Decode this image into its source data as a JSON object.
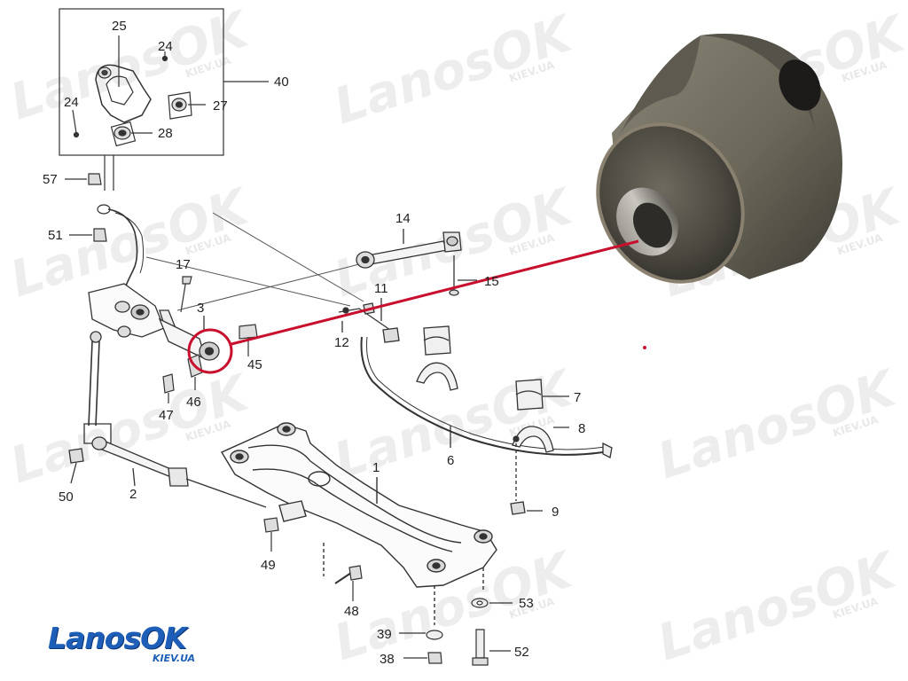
{
  "watermark": {
    "brand": "LanosOK",
    "domain": "KIEV.UA"
  },
  "logo": {
    "brand": "LanosOK",
    "domain": "KIEV.UA"
  },
  "colors": {
    "highlight": "#c8102e",
    "logo_blue": "#1d5fb8",
    "line": "#333333"
  },
  "part_numbers": {
    "p1": "1",
    "p2": "2",
    "p3": "3",
    "p6": "6",
    "p7": "7",
    "p8": "8",
    "p9": "9",
    "p11": "11",
    "p12": "12",
    "p14": "14",
    "p15": "15",
    "p17": "17",
    "p24a": "24",
    "p24b": "24",
    "p25": "25",
    "p27": "27",
    "p28": "28",
    "p38": "38",
    "p39": "39",
    "p40": "40",
    "p45": "45",
    "p46": "46",
    "p47": "47",
    "p48": "48",
    "p49": "49",
    "p50": "50",
    "p51": "51",
    "p52": "52",
    "p53": "53",
    "p57": "57"
  },
  "highlighted_part": {
    "name": "rubber-metal bushing",
    "callout": "circle-around-part-3-bushing"
  }
}
